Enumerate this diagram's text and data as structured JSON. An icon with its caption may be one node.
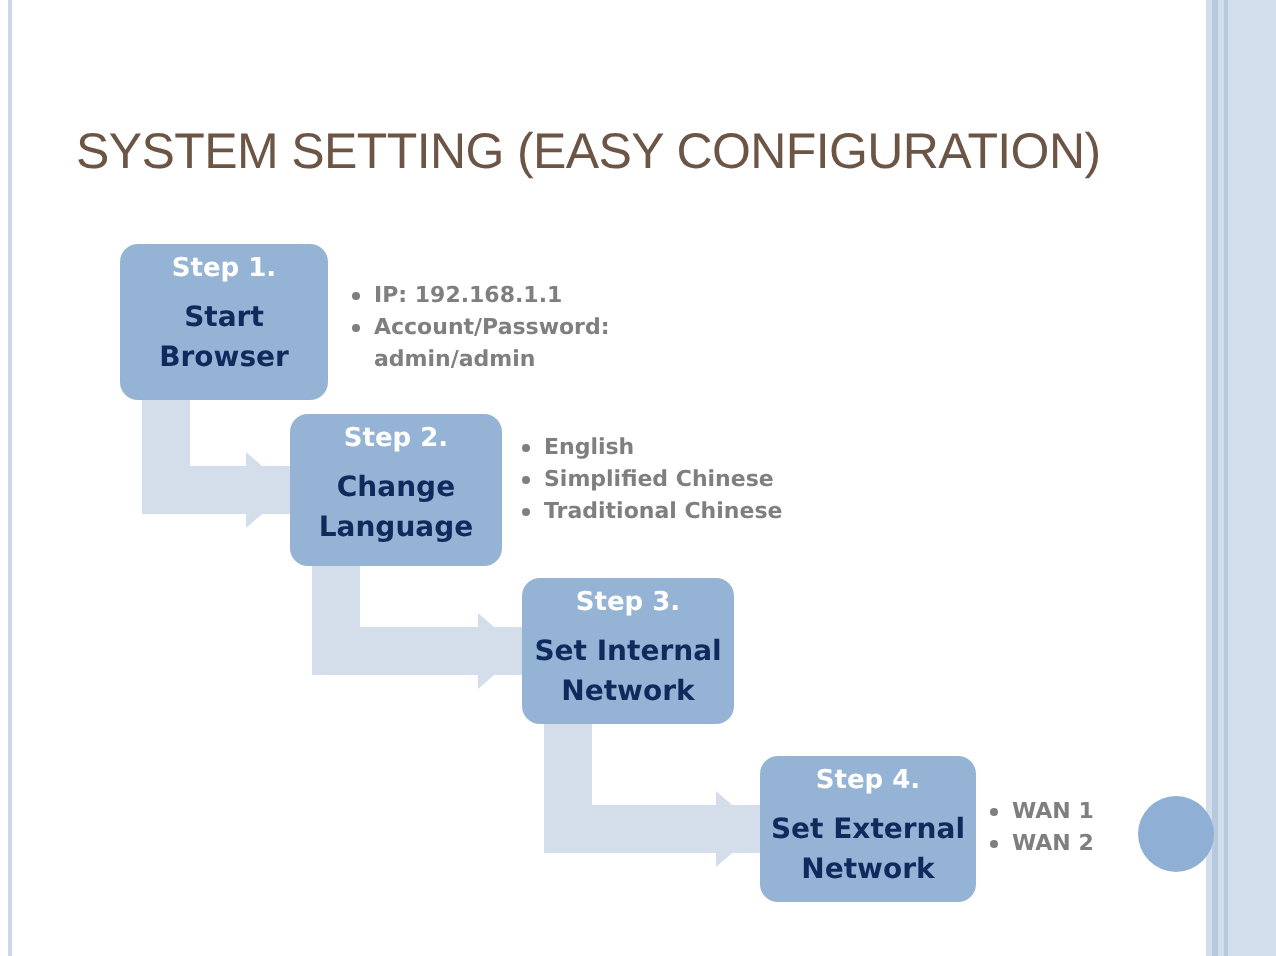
{
  "diagram": {
    "title": "SYSTEM SETTING (EASY CONFIGURATION)",
    "nodes": [
      {
        "text": [
          "Step 1.",
          "Start Browser"
        ],
        "beside": [
          "IP: 192.168.1.1",
          "Account/Password: admin/admin"
        ]
      },
      {
        "text": [
          "Step 2.",
          "Change Language"
        ],
        "beside": [
          "English",
          "Simplified Chinese",
          "Traditional Chinese"
        ]
      },
      {
        "text": [
          "Step 3.",
          "Set Internal Network"
        ]
      },
      {
        "text": [
          "Step 4.",
          "Set External Network"
        ],
        "beside": [
          "WAN 1",
          "WAN 2"
        ]
      },
      {
        "text": [],
        "shape": "circle"
      }
    ],
    "edges": [
      {
        "from": 0,
        "to": 1,
        "arrow": "to"
      },
      {
        "from": 1,
        "to": 2,
        "arrow": "to"
      },
      {
        "from": 2,
        "to": 3,
        "arrow": "to"
      }
    ]
  }
}
